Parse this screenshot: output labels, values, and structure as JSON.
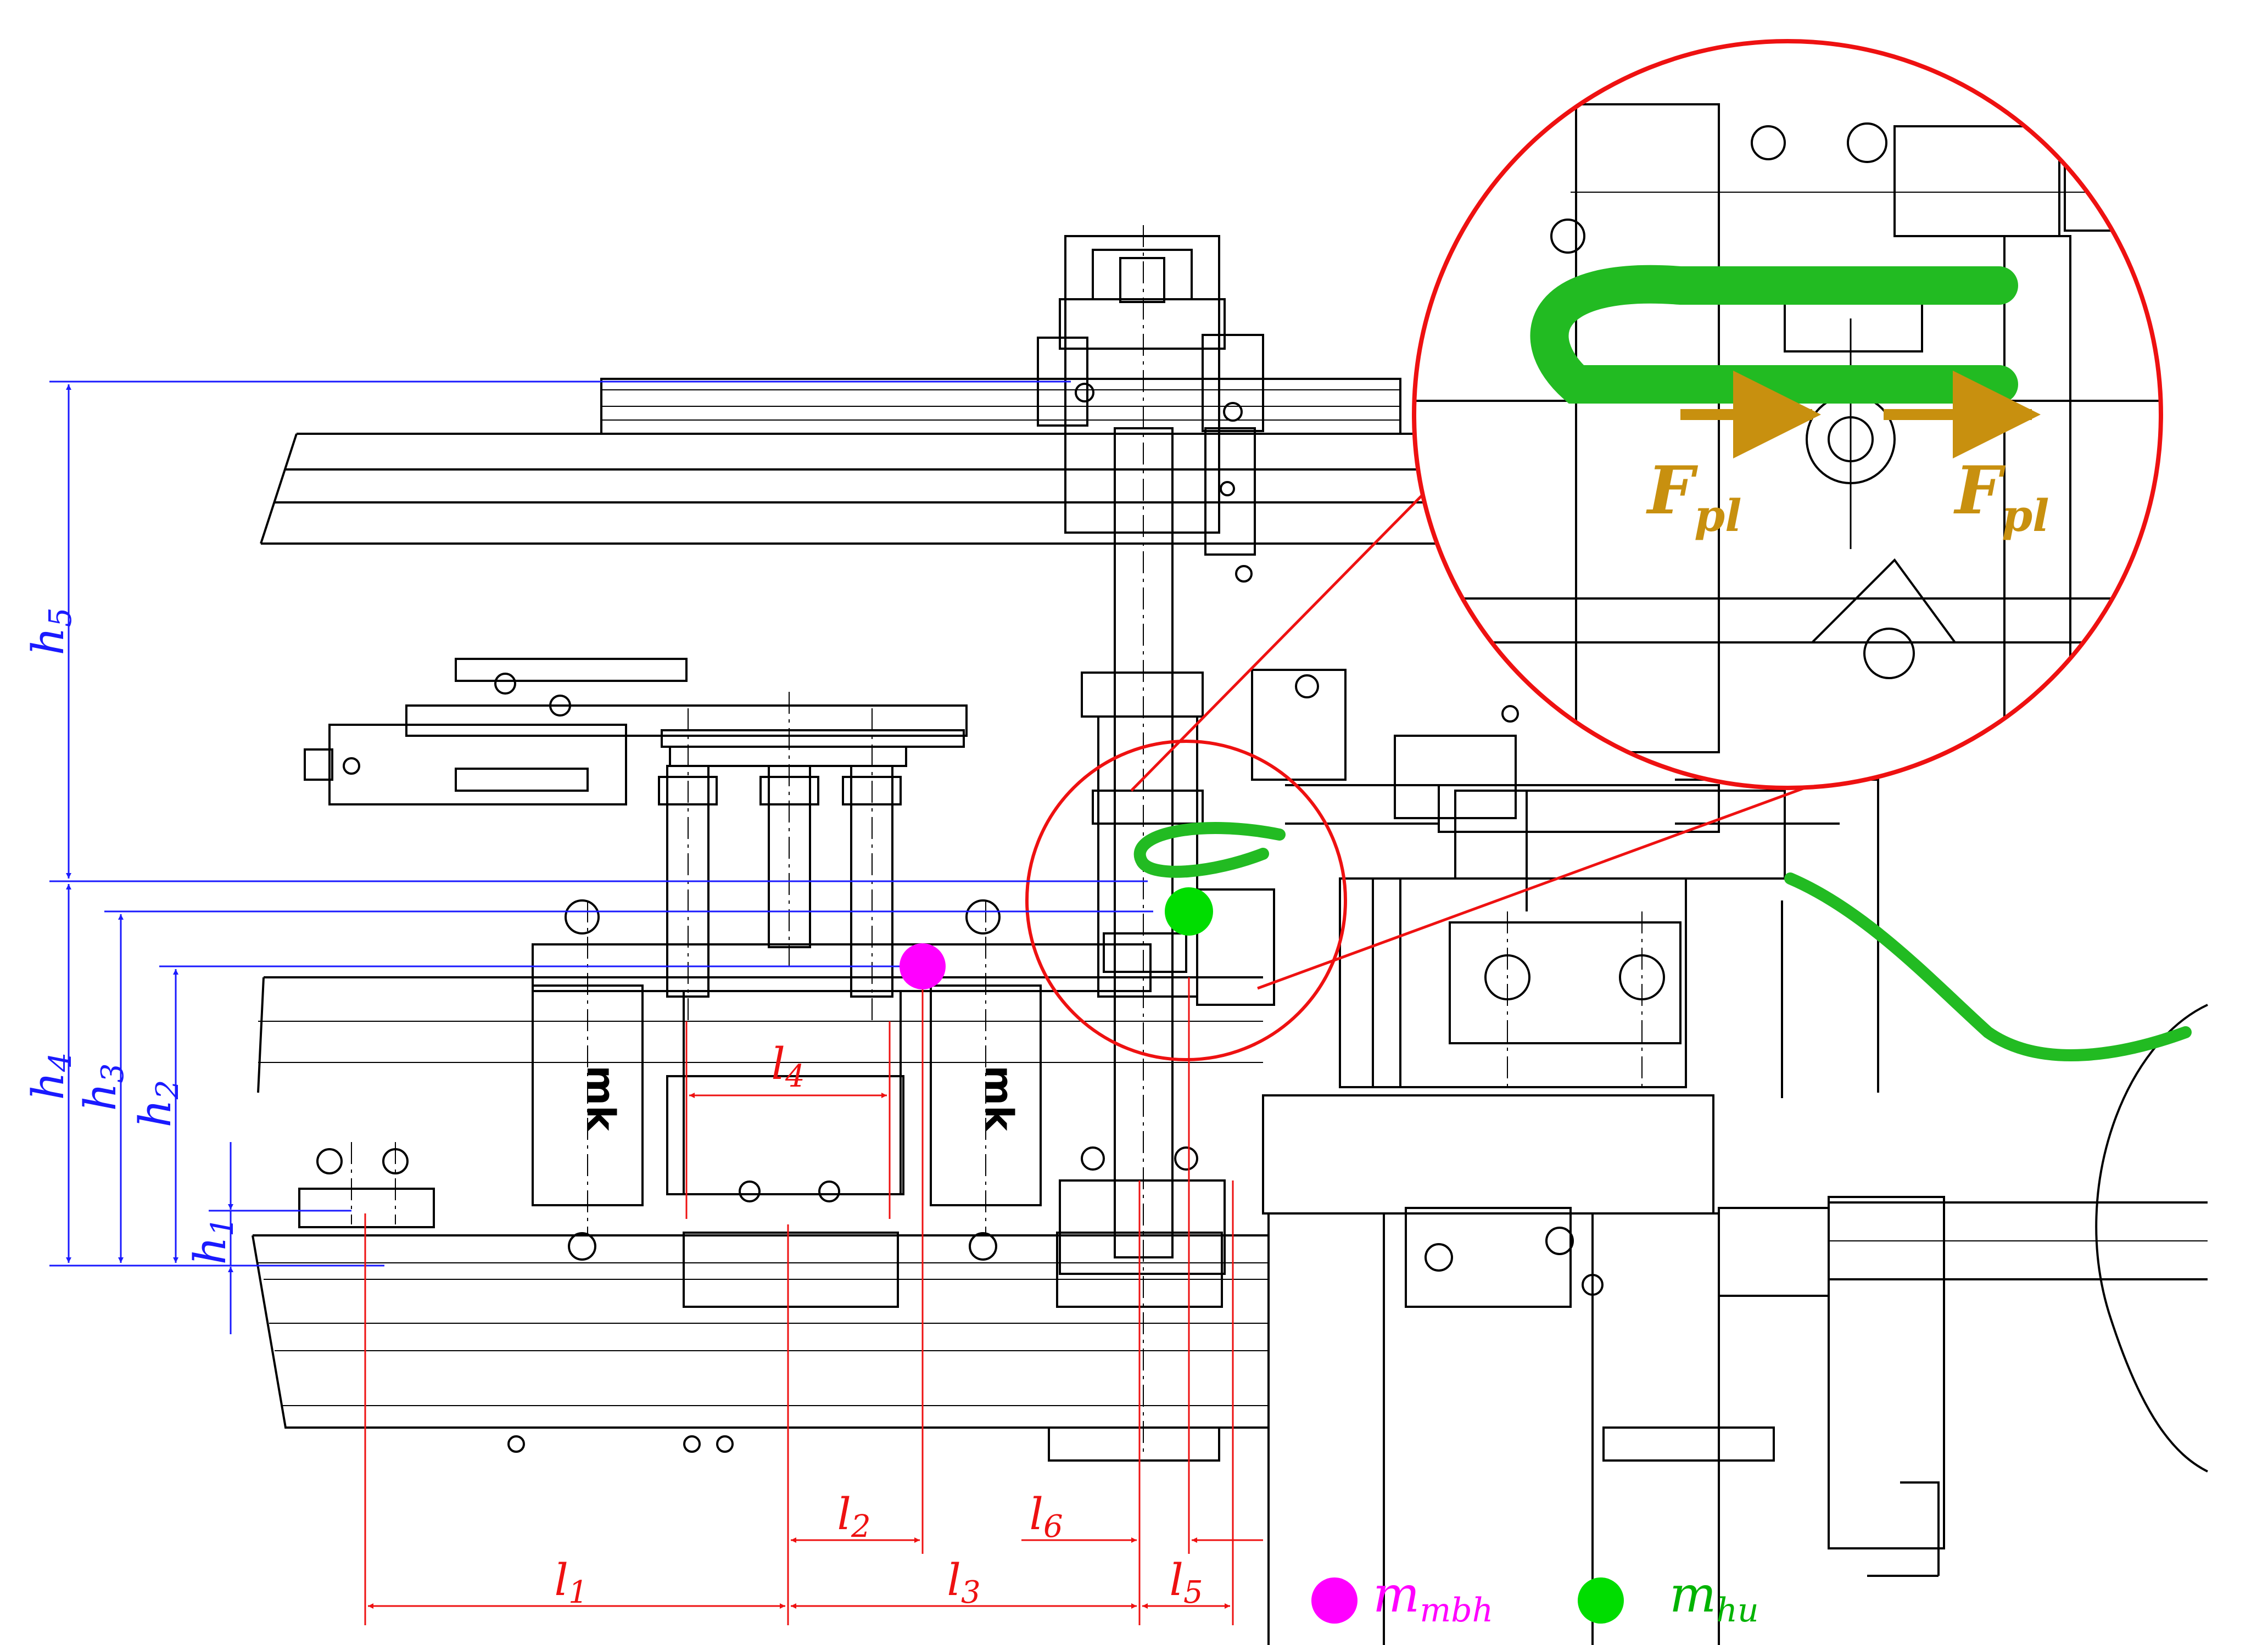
{
  "dimensions": {
    "h1": {
      "main": "h",
      "sub": "1"
    },
    "h2": {
      "main": "h",
      "sub": "2"
    },
    "h3": {
      "main": "h",
      "sub": "3"
    },
    "h4": {
      "main": "h",
      "sub": "4"
    },
    "h5": {
      "main": "h",
      "sub": "5"
    },
    "l1": {
      "main": "l",
      "sub": "1"
    },
    "l2": {
      "main": "l",
      "sub": "2"
    },
    "l3": {
      "main": "l",
      "sub": "3"
    },
    "l4": {
      "main": "l",
      "sub": "4"
    },
    "l5": {
      "main": "l",
      "sub": "5"
    },
    "l6": {
      "main": "l",
      "sub": "6"
    }
  },
  "force_label": {
    "main": "F",
    "sub": "pl"
  },
  "legend": [
    {
      "symbol": "m",
      "sub": "mbh",
      "color": "#ff00ff"
    },
    {
      "symbol": "m",
      "sub": "hu",
      "color": "#00dd00"
    }
  ],
  "logo_text": "mk",
  "colors": {
    "line": "#000000",
    "vertical_dims": "#1a1aff",
    "horizontal_dims": "#ee1111",
    "detail_circle": "#ee1111",
    "hose": "#22bb22",
    "force": "#c8900f"
  }
}
